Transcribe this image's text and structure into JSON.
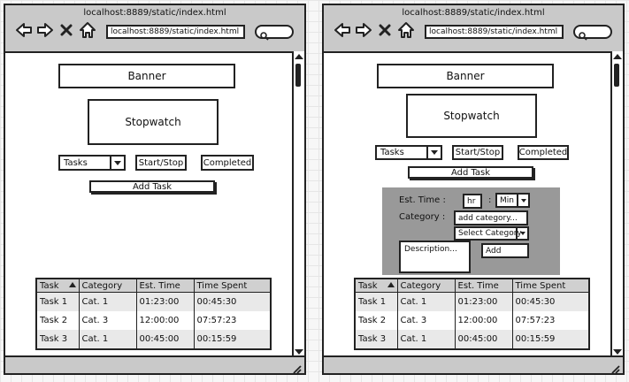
{
  "browser": {
    "window_title": "localhost:8889/static/index.html",
    "address": "localhost:8889/static/index.html"
  },
  "page": {
    "banner": "Banner",
    "stopwatch": "Stopwatch",
    "tasks_select": "Tasks",
    "start_stop": "Start/Stop",
    "completed": "Completed",
    "add_task": "Add Task"
  },
  "form": {
    "est_time_label": "Est. Time :",
    "hr": "hr",
    "colon": ":",
    "min": "Min",
    "category_label": "Category :",
    "add_category": "add category...",
    "select_category": "Select Category",
    "description": "Description...",
    "add": "Add"
  },
  "table": {
    "headers": [
      "Task",
      "Category",
      "Est. Time",
      "Time Spent"
    ],
    "rows": [
      [
        "Task 1",
        "Cat. 1",
        "01:23:00",
        "00:45:30"
      ],
      [
        "Task 2",
        "Cat. 3",
        "12:00:00",
        "07:57:23"
      ],
      [
        "Task 3",
        "Cat. 1",
        "00:45:00",
        "00:15:59"
      ]
    ]
  },
  "colors": {
    "chrome": "#c9c9c9",
    "panel": "#999999",
    "table_header": "#d0d0d0",
    "stripe": "#e9e9e9"
  }
}
